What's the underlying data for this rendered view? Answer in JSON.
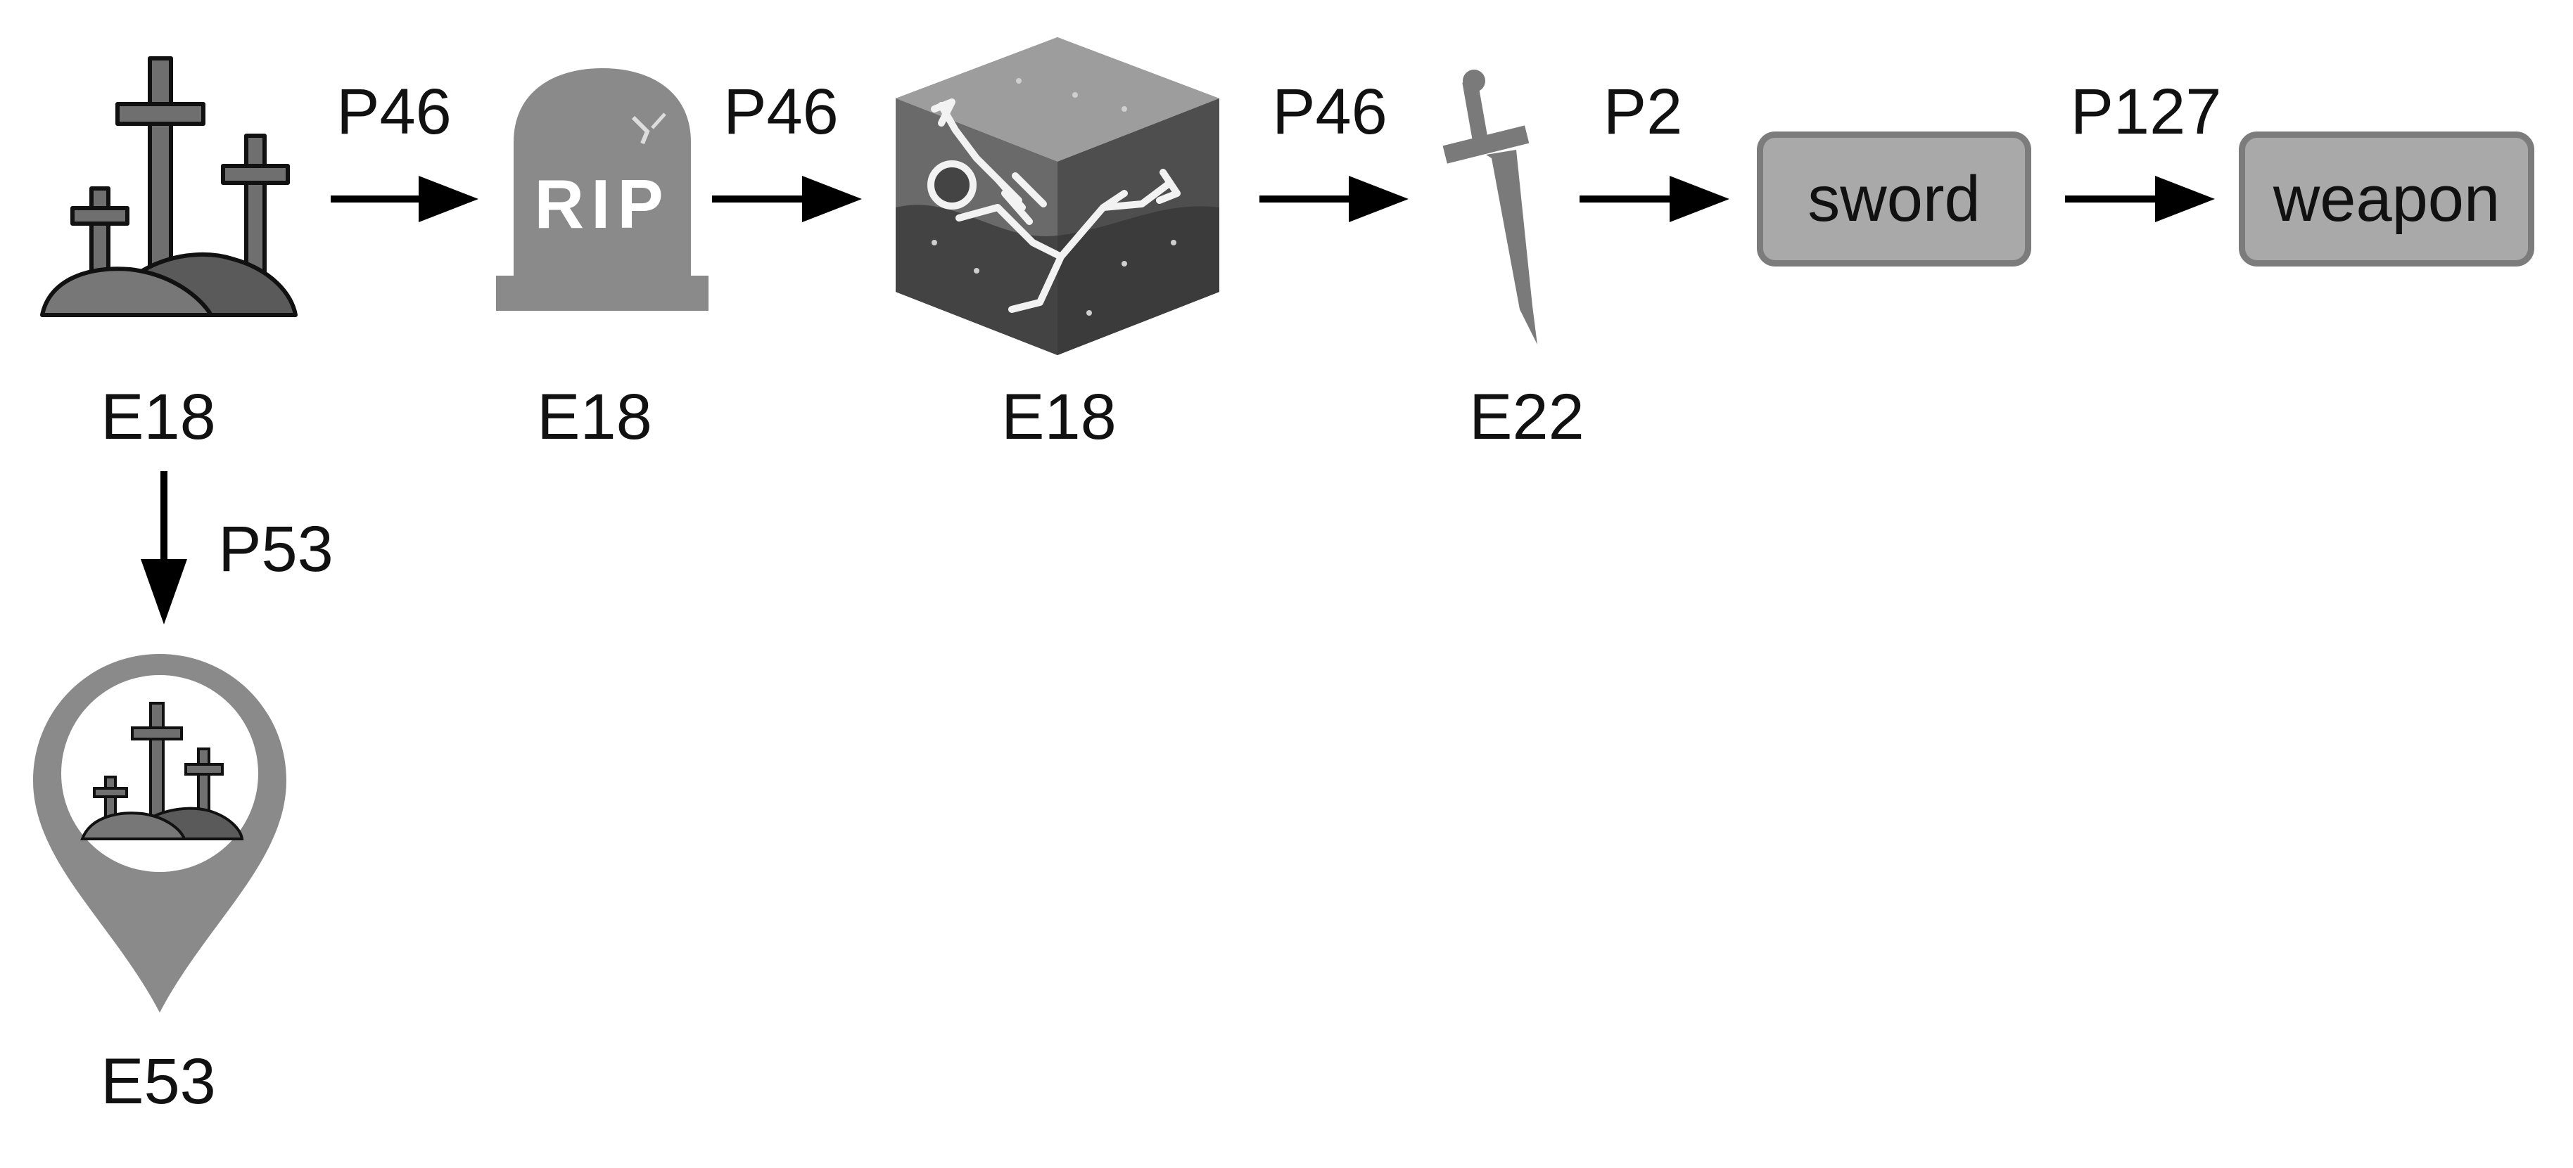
{
  "nodes": {
    "cemetery": {
      "label": "E18",
      "icon": "cemetery-crosses-icon"
    },
    "tombstone": {
      "label": "E18",
      "icon": "rip-tombstone-icon",
      "engraving": "RIP"
    },
    "burial": {
      "label": "E18",
      "icon": "skeleton-in-ground-cube-icon"
    },
    "sword_icon": {
      "label": "E22",
      "icon": "sword-icon"
    },
    "location": {
      "label": "E53",
      "icon": "cemetery-location-pin-icon"
    },
    "sword_box": {
      "text": "sword"
    },
    "weapon_box": {
      "text": "weapon"
    }
  },
  "edges": [
    {
      "label": "P46"
    },
    {
      "label": "P46"
    },
    {
      "label": "P46"
    },
    {
      "label": "P2"
    },
    {
      "label": "P127"
    },
    {
      "label": "P53"
    }
  ],
  "colors": {
    "icon_dark": "#4a4a4a",
    "icon_mid": "#6f6f6f",
    "icon_gray": "#8a8a8a",
    "box_fill": "#a9a9a9",
    "box_border": "#7c7c7c",
    "arrow": "#000000"
  }
}
